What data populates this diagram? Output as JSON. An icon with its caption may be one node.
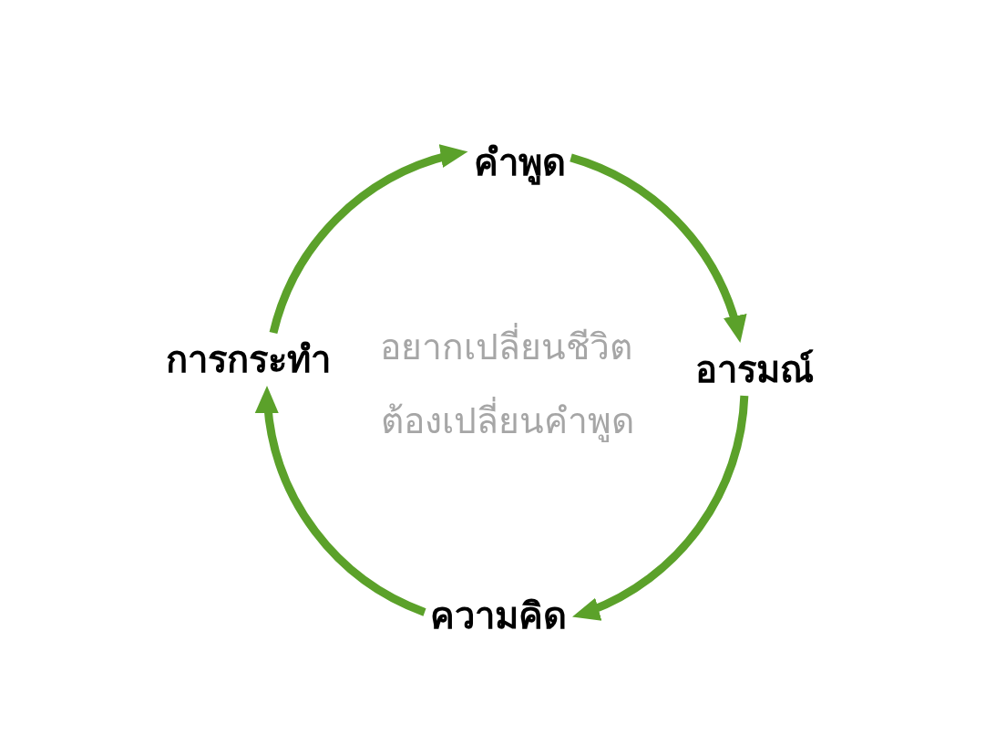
{
  "diagram": {
    "nodes": [
      {
        "text": [
          "คำพูด"
        ]
      },
      {
        "text": [
          "อารมณ์"
        ]
      },
      {
        "text": [
          "ความคิด"
        ]
      },
      {
        "text": [
          "การกระทำ"
        ]
      }
    ],
    "edges": [
      {
        "from": 3,
        "to": 0,
        "arrow": "to"
      },
      {
        "from": 0,
        "to": 1,
        "arrow": "to"
      },
      {
        "from": 1,
        "to": 2,
        "arrow": "to"
      },
      {
        "from": 2,
        "to": 3,
        "arrow": "to"
      }
    ],
    "labels": [
      "อยากเปลี่ยนชีวิต",
      "ต้องเปลี่ยนคำพูด"
    ]
  }
}
